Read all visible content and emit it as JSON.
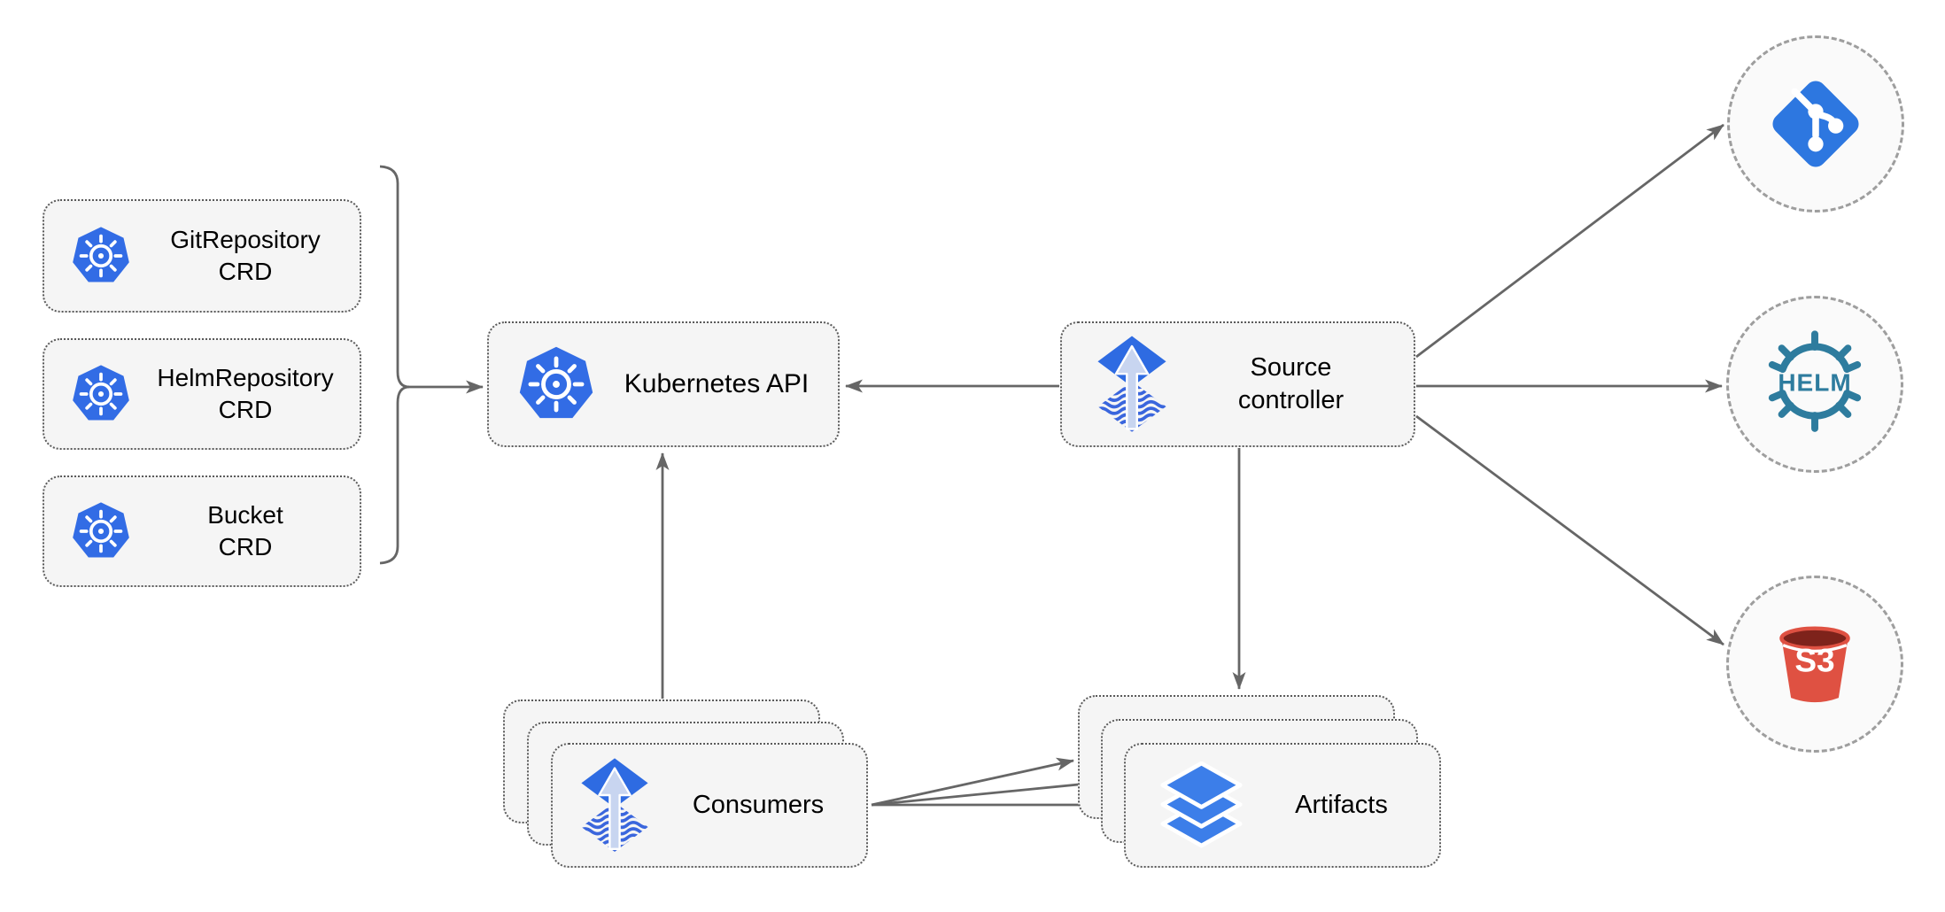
{
  "diagram_type": "architecture-diagram",
  "nodes": {
    "gitrepository_crd": {
      "line1": "GitRepository",
      "line2": "CRD",
      "icon": "kubernetes-icon"
    },
    "helmrepository_crd": {
      "line1": "HelmRepository",
      "line2": "CRD",
      "icon": "kubernetes-icon"
    },
    "bucket_crd": {
      "line1": "Bucket",
      "line2": "CRD",
      "icon": "kubernetes-icon"
    },
    "kubernetes_api": {
      "label": "Kubernetes API",
      "icon": "kubernetes-icon"
    },
    "source_controller": {
      "line1": "Source",
      "line2": "controller",
      "icon": "flux-source-icon"
    },
    "consumers": {
      "label": "Consumers",
      "icon": "flux-source-icon",
      "stack_count": 3
    },
    "artifacts": {
      "label": "Artifacts",
      "icon": "layers-icon",
      "stack_count": 3
    },
    "git_remote": {
      "icon": "git-icon"
    },
    "helm_remote": {
      "label": "HELM",
      "icon": "helm-wheel-icon"
    },
    "s3_remote": {
      "label": "S3",
      "icon": "s3-bucket-icon"
    }
  },
  "edges": [
    {
      "from": "crd_bracket",
      "to": "kubernetes_api"
    },
    {
      "from": "source_controller",
      "to": "kubernetes_api"
    },
    {
      "from": "consumers",
      "to": "kubernetes_api"
    },
    {
      "from": "source_controller",
      "to": "artifacts"
    },
    {
      "from": "source_controller",
      "to": "git_remote"
    },
    {
      "from": "source_controller",
      "to": "helm_remote"
    },
    {
      "from": "source_controller",
      "to": "s3_remote"
    },
    {
      "from": "consumers",
      "to": "artifacts"
    },
    {
      "from": "consumers",
      "to": "artifacts"
    },
    {
      "from": "consumers",
      "to": "artifacts"
    }
  ],
  "colors": {
    "kubernetes_blue": "#326CE5",
    "flux_blue": "#2E6BE2",
    "flux_wave_blue": "#3A66DD",
    "flux_arrow_fill": "#C8D5F0",
    "layers_blue": "#3C7EE9",
    "git_blue": "#2D77E0",
    "helm_teal": "#2E7C9E",
    "s3_red": "#DF5142",
    "s3_dark_red": "#7E231B",
    "edge_gray": "#666666",
    "box_fill": "#F5F5F5",
    "box_border": "#5A5A5A",
    "circle_border": "#9E9E9E",
    "circle_fill": "#FAFAFA",
    "label_color": "#000000"
  }
}
